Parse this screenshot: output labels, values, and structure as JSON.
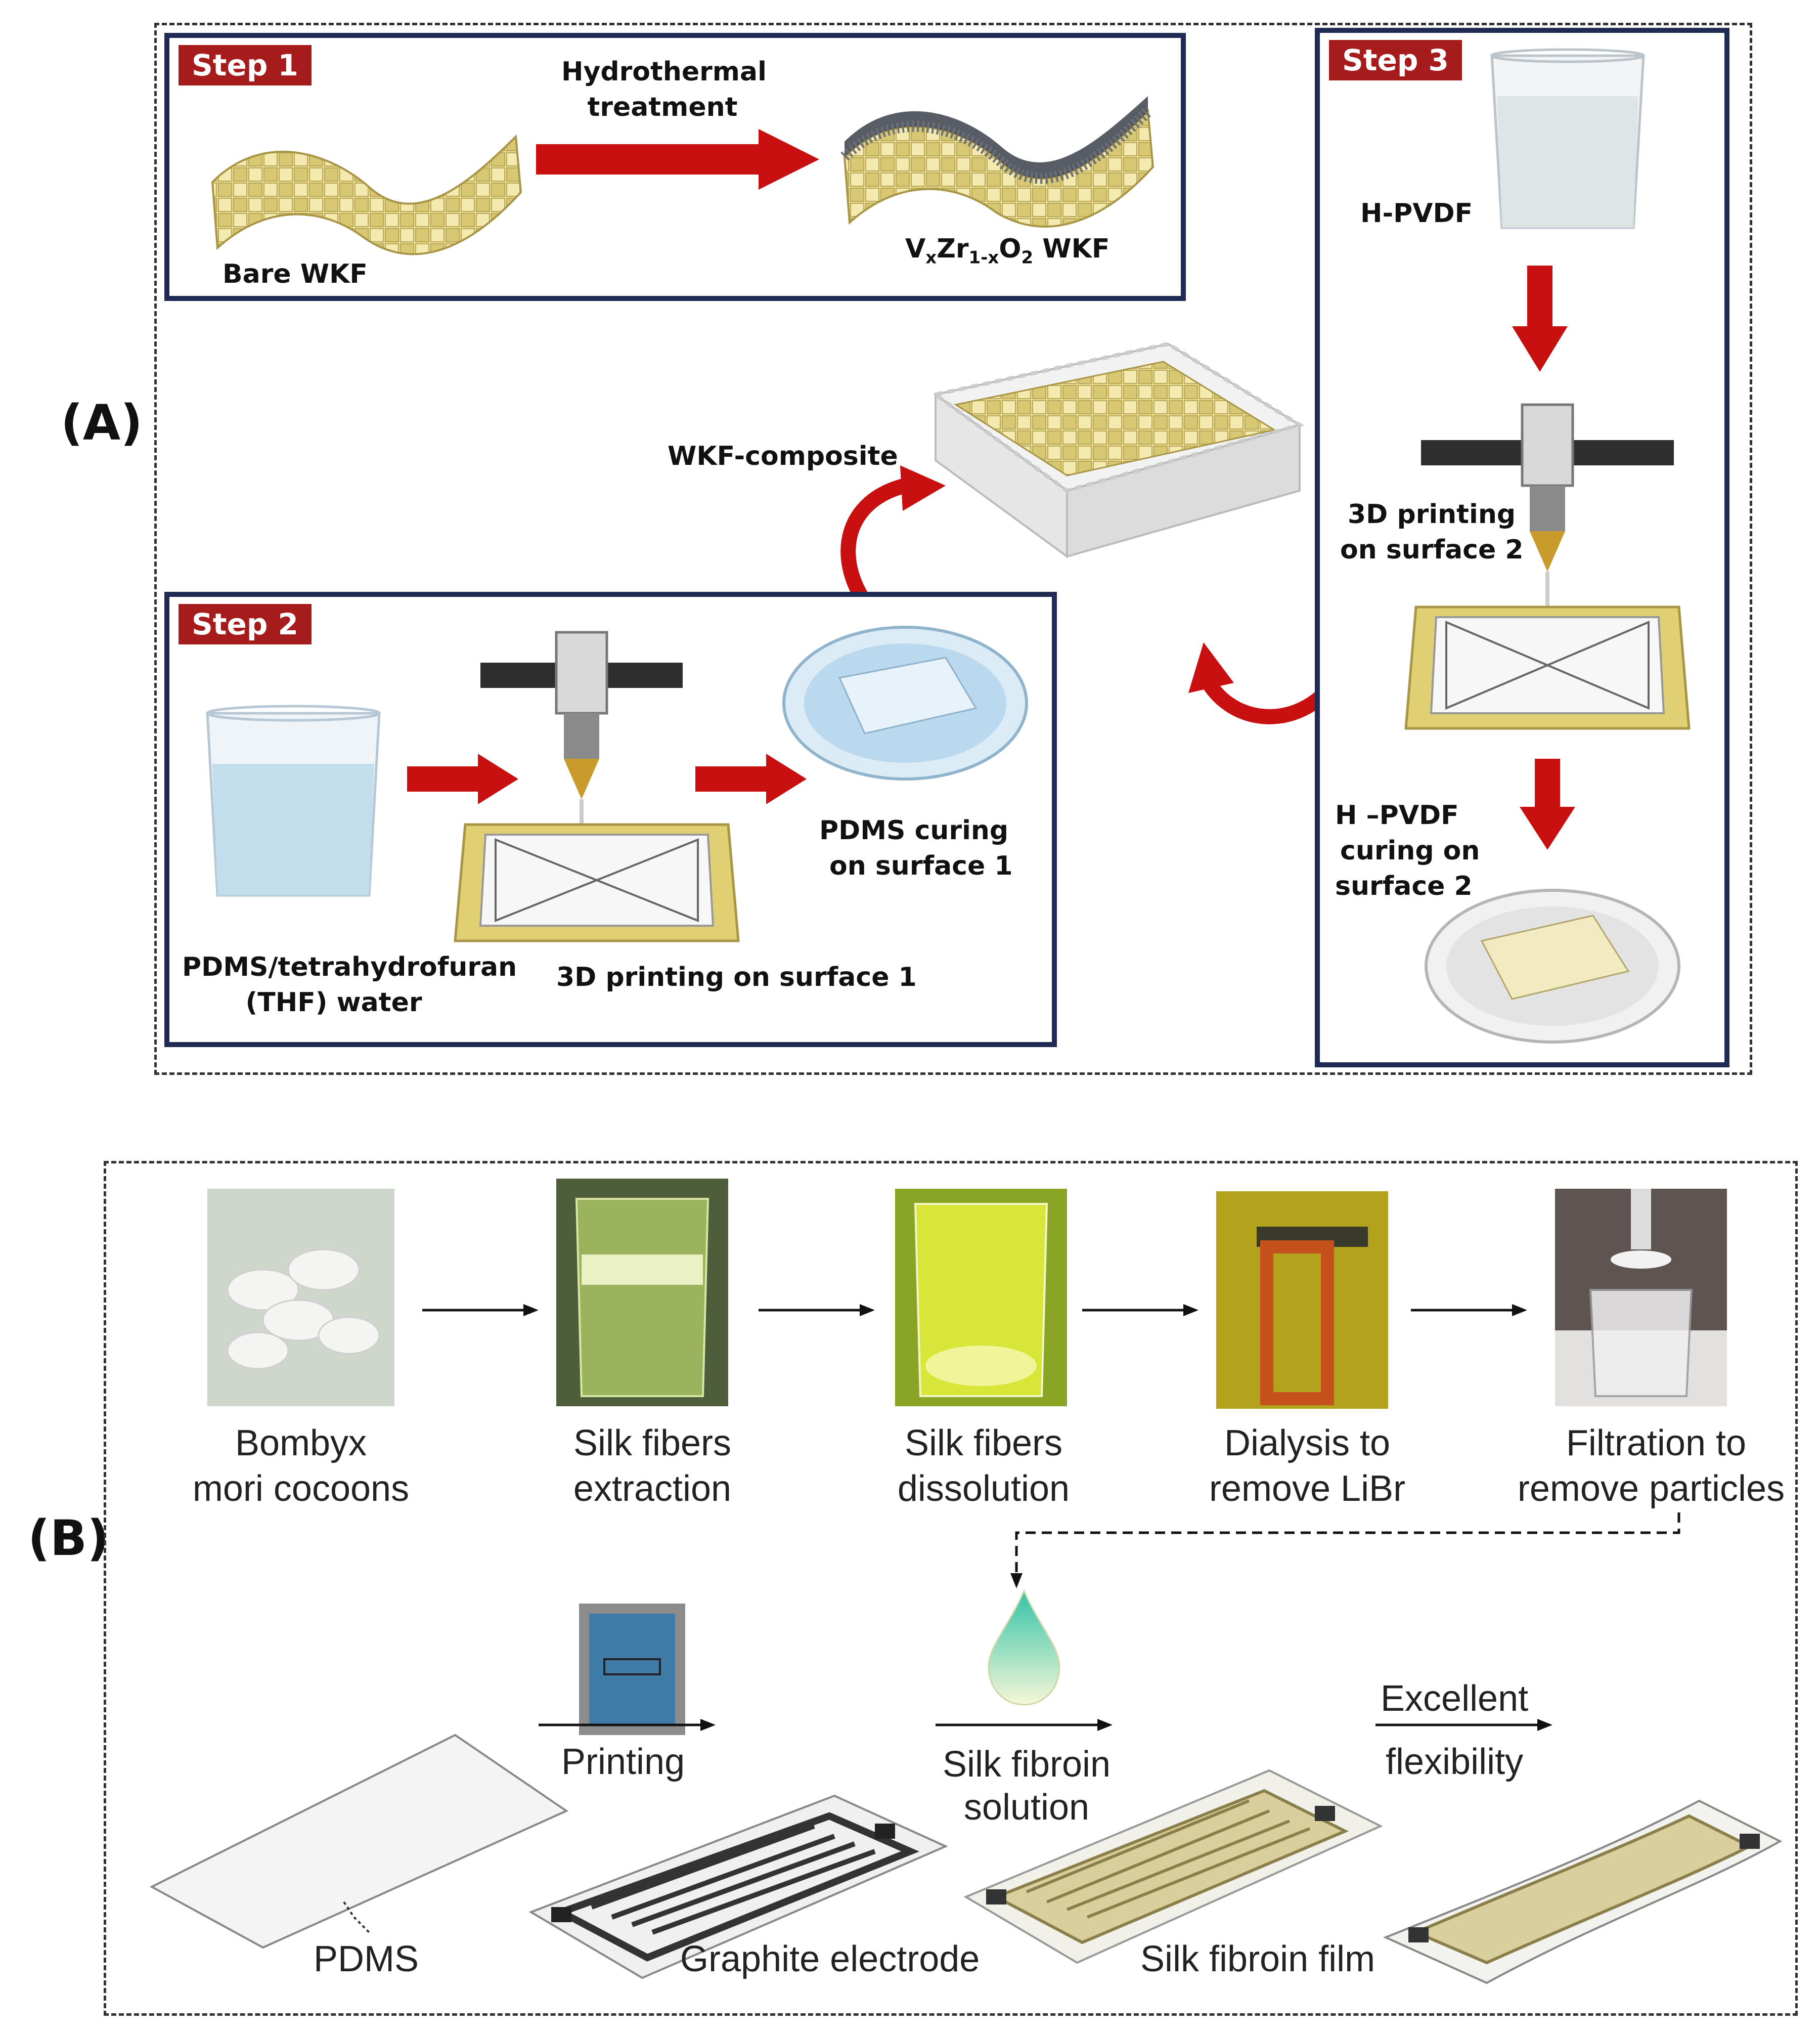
{
  "panel_a": {
    "label": "(A)",
    "step1": {
      "tag": "Step 1",
      "bare": "Bare WKF",
      "arrow_line1": "Hydrothermal",
      "arrow_line2": "treatment",
      "product_main": "V",
      "product_sub_x": "x",
      "product_zr": "Zr",
      "product_sub": "1-x",
      "product_o": "O",
      "product_sub2": "2",
      "product_end": " WKF"
    },
    "step2": {
      "tag": "Step 2",
      "solvent_line1": "PDMS/tetrahydrofuran",
      "solvent_line2": "(THF) water",
      "printing": "3D printing on surface 1",
      "curing_line1": "PDMS curing",
      "curing_line2": "on surface 1"
    },
    "step3": {
      "tag": "Step 3",
      "hpvdf": "H-PVDF",
      "printing_line1": "3D printing",
      "printing_line2": "on surface 2",
      "curing_line1": "H –PVDF",
      "curing_line2": "curing on",
      "curing_line3": "surface 2"
    },
    "composite": "WKF-composite"
  },
  "panel_b": {
    "label": "(B)",
    "top_steps": [
      {
        "line1": "Bombyx",
        "line2": "mori cocoons"
      },
      {
        "line1": "Silk fibers",
        "line2": "extraction"
      },
      {
        "line1": "Silk fibers",
        "line2": "dissolution"
      },
      {
        "line1": "Dialysis to",
        "line2": "remove LiBr"
      },
      {
        "line1": "Filtration to",
        "line2": "remove particles"
      }
    ],
    "bottom": {
      "pdms": "PDMS",
      "printing": "Printing",
      "graphite": "Graphite electrode",
      "silk_sol_line1": "Silk fibroin",
      "silk_sol_line2": "solution",
      "silk_film": "Silk fibroin film",
      "excellent": "Excellent",
      "flexibility": "flexibility"
    }
  },
  "colors": {
    "navy": "#1f2a55",
    "red": "#a61b1b",
    "arrow_red": "#c81010",
    "yellow": "#e8d98a"
  }
}
